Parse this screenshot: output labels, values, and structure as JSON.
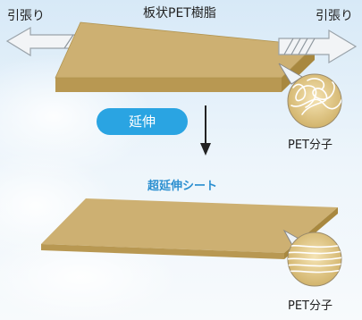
{
  "diagram": {
    "sheet_label": "板状PET樹脂",
    "pull_left_label": "引張り",
    "pull_right_label": "引張り",
    "process_label": "延伸",
    "result_label": "超延伸シート",
    "molecule_top_label": "PET分子",
    "molecule_bottom_label": "PET分子"
  },
  "colors": {
    "sheet_top": "#cdb072",
    "sheet_side": "#b89852",
    "badge": "#2aa4e2",
    "result_text": "#2b8fd0",
    "arrow_fill": "#f2f4f6"
  }
}
